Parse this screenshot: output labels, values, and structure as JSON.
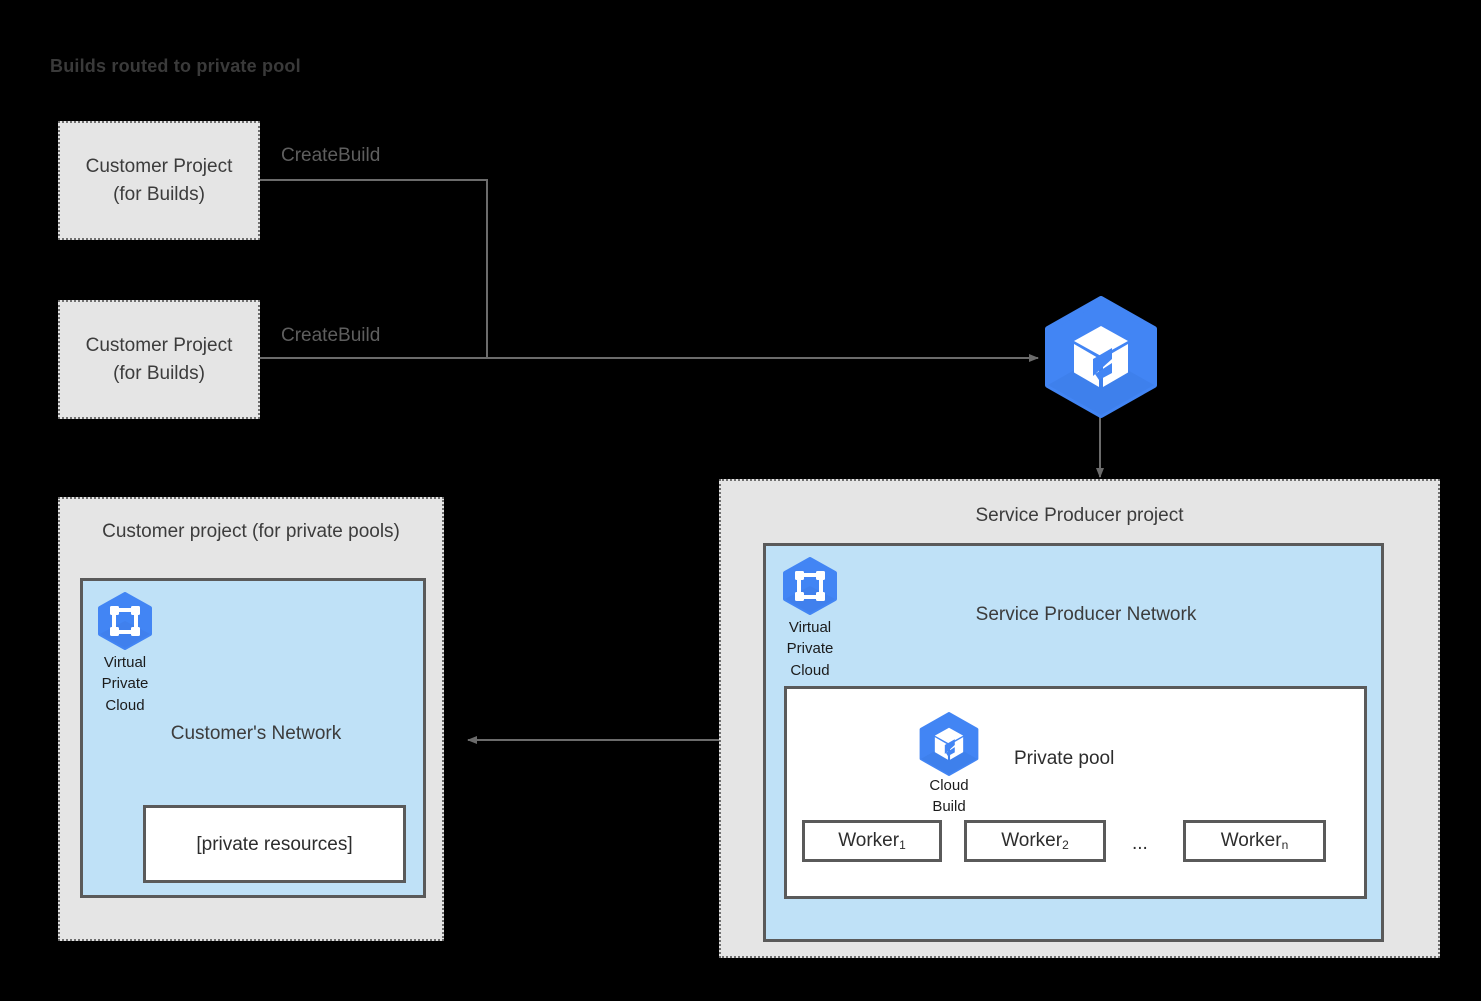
{
  "diagram": {
    "title": "Builds routed to private pool",
    "title_color": "#3a3a3a",
    "background": "#000000"
  },
  "palette": {
    "panel_fill": "#e5e5e5",
    "panel_border": "#6f6f6f",
    "network_fill": "#bfe1f7",
    "box_border": "#5a5a5a",
    "white_fill": "#ffffff",
    "google_blue": "#4285f4",
    "google_blue_dark": "#3b74d8",
    "connector": "#6b6b6b",
    "text": "#3c3c3c"
  },
  "build_projects": [
    {
      "line1": "Customer Project",
      "line2": "(for Builds)",
      "connector_label": "CreateBuild"
    },
    {
      "line1": "Customer Project",
      "line2": "(for Builds)",
      "connector_label": "CreateBuild"
    }
  ],
  "cloud_build_node": {
    "icon": "cloud-build-icon",
    "name": "Cloud Build"
  },
  "customer_panel": {
    "title": "Customer project (for private pools)",
    "network": {
      "title": "Customer's Network",
      "vpc_icon": "virtual-private-cloud-icon",
      "vpc_caption": [
        "Virtual",
        "Private",
        "Cloud"
      ],
      "resource_box": "[private resources]"
    }
  },
  "producer_panel": {
    "title": "Service Producer project",
    "network": {
      "title": "Service Producer Network",
      "vpc_icon": "virtual-private-cloud-icon",
      "vpc_caption": [
        "Virtual",
        "Private",
        "Cloud"
      ],
      "pool": {
        "title": "Private pool",
        "cloud_build_icon": "cloud-build-icon",
        "cloud_build_caption": [
          "Cloud",
          "Build"
        ],
        "workers": [
          {
            "label": "Worker",
            "sub": "1"
          },
          {
            "label": "Worker",
            "sub": "2"
          },
          {
            "label": "Worker",
            "sub": "n"
          }
        ],
        "ellipsis": "..."
      }
    }
  }
}
